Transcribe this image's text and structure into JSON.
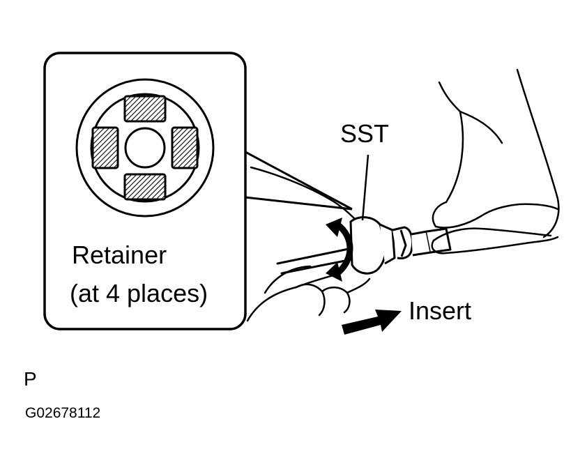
{
  "labels": {
    "sst": "SST",
    "retainer": "Retainer",
    "retainer_note": "(at 4 places)",
    "insert": "Insert",
    "view_code": "P",
    "figure_id": "G02678112"
  },
  "colors": {
    "line": "#000000",
    "background": "#ffffff"
  },
  "icons": {
    "rotate_arrow": "curved-double-arrow-icon",
    "insert_arrow": "arrow-right-icon"
  }
}
